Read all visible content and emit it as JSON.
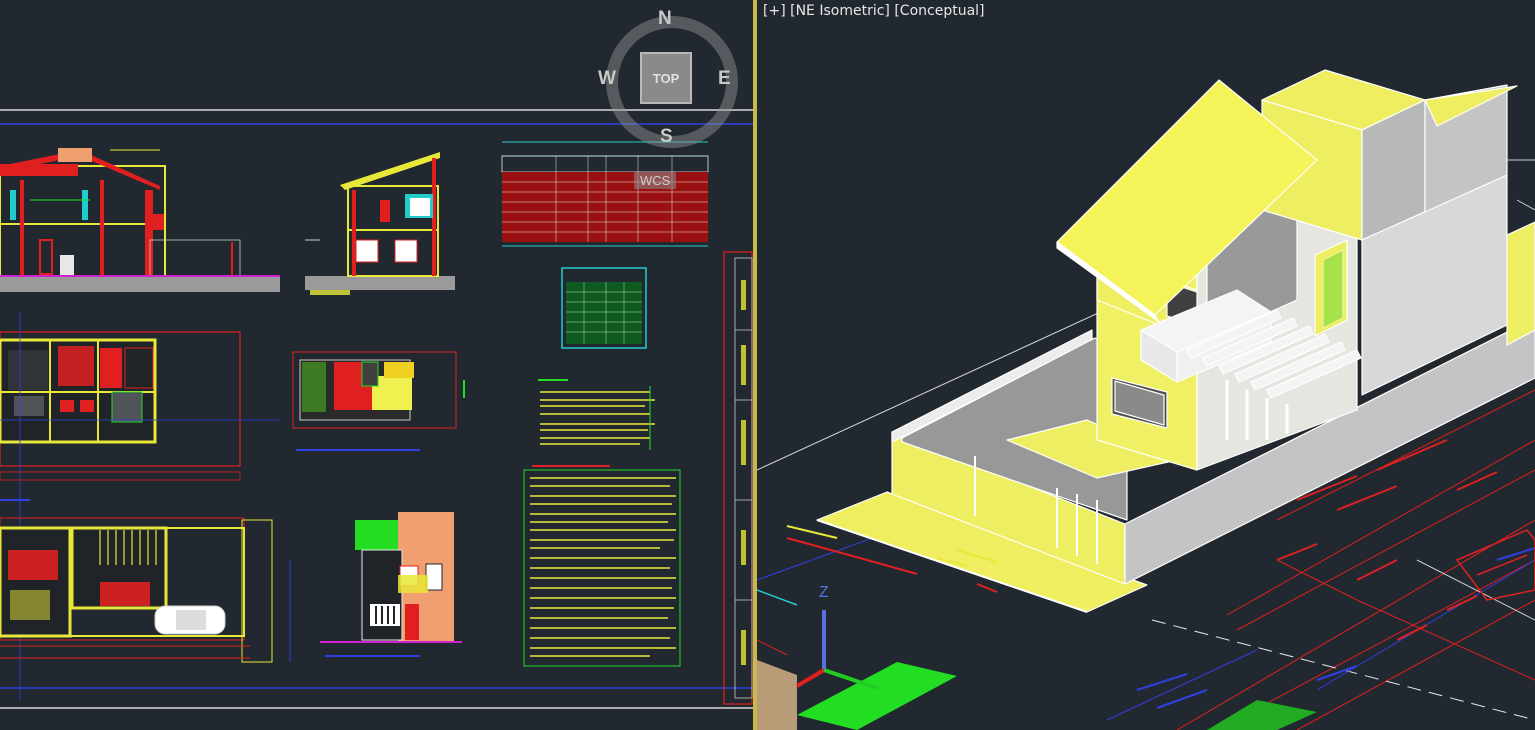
{
  "viewports": {
    "right": {
      "label_toggle": "[+]",
      "label_view": "[NE Isometric]",
      "label_style": "[Conceptual]"
    }
  },
  "viewcube": {
    "north": "N",
    "south": "S",
    "east": "E",
    "west": "W",
    "face": "TOP",
    "wcs": "WCS"
  },
  "ucs": {
    "z_axis": "Z"
  },
  "colors": {
    "background": "#212830",
    "cad_yellow": "#f2f23a",
    "cad_red": "#e02020",
    "cad_green": "#22dd22",
    "cad_cyan": "#22cccc",
    "model_wall_gray": "#c8c8c8",
    "model_yellow": "#f0f060",
    "viewport_border": "#c9b84a"
  }
}
